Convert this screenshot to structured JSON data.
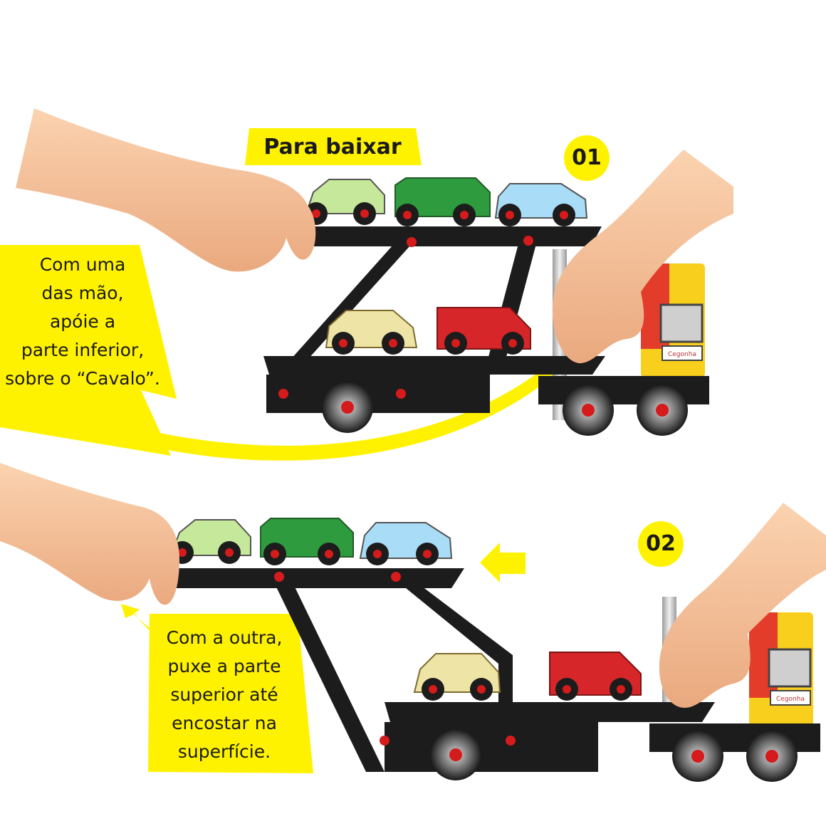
{
  "title": "Para baixar",
  "steps": [
    "01",
    "02"
  ],
  "instructions": {
    "step1": [
      "Com uma",
      "das mão,",
      "apóie a",
      "parte inferior,",
      "sobre o “Cavalo”."
    ],
    "step2": [
      "Com a outra,",
      "puxe a parte",
      "superior até",
      "encostar na",
      "superfície."
    ]
  },
  "truck_brand": "Cegonha",
  "colors": {
    "callout_yellow": "#FFF200",
    "trailer_black": "#1c1c1c",
    "bolt_red": "#d51b1b",
    "car_light_green": "#c5e89a",
    "car_green": "#2e9b3e",
    "car_light_blue": "#a8dcf7",
    "car_beige": "#ede4a6",
    "car_red": "#d7262a",
    "cab_yellow": "#f7cf1c",
    "cab_red": "#e43c2a",
    "skin": "#f6c49c"
  },
  "icons": [
    "hand-icon",
    "arrow-icon",
    "car-icon",
    "truck-cab-icon",
    "wheel-icon"
  ]
}
